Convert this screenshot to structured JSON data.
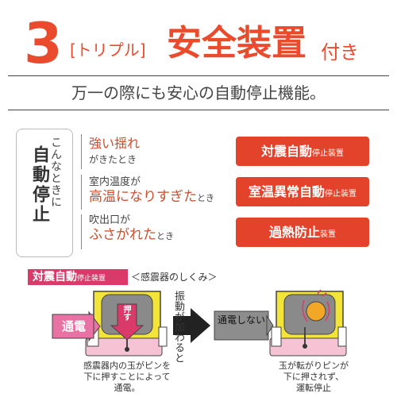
{
  "title": {
    "number": "3",
    "tag": "[トリプル]",
    "main": "安全装置",
    "suffix": "付き"
  },
  "subtitle": "万一の際にも安心の自動停止機能。",
  "conditions": {
    "label_small": "こんなときに",
    "label_main": "自動停止"
  },
  "rows": [
    {
      "line1": "強い揺れ",
      "line1_suffix": "",
      "line2": "がきたとき",
      "button_main": "対震自動",
      "button_small": "停止装置"
    },
    {
      "line1": "室内温度が",
      "line1_suffix": "",
      "line2": "高温になりすぎた",
      "line2_suffix": "とき",
      "button_main": "室温異常自動",
      "button_small": "停止装置"
    },
    {
      "line1": "吹出口が",
      "line1_suffix": "",
      "line2": "ふさがれた",
      "line2_suffix": "とき",
      "button_main": "過熱防止",
      "button_small": "装置"
    }
  ],
  "mechanism": {
    "badge_main": "対震自動",
    "badge_small": "停止装置",
    "caption": "＜感震器のしくみ＞",
    "arrow_text": "振動が加わると",
    "left_label": "通電",
    "push_label": "押す",
    "right_label": "通電しない",
    "left_desc": [
      "感震器内の玉がピンを",
      "下に押すことによって",
      "通電。"
    ],
    "right_desc": [
      "玉が転がりピンが",
      "下に押されず、",
      "運転停止"
    ]
  },
  "colors": {
    "accent_red": "#e94b2c",
    "button_red": "#e3432a",
    "badge_pink": "#d93a6a",
    "device_yellow": "#f3e43a",
    "base_pink": "#f6c3d4"
  }
}
